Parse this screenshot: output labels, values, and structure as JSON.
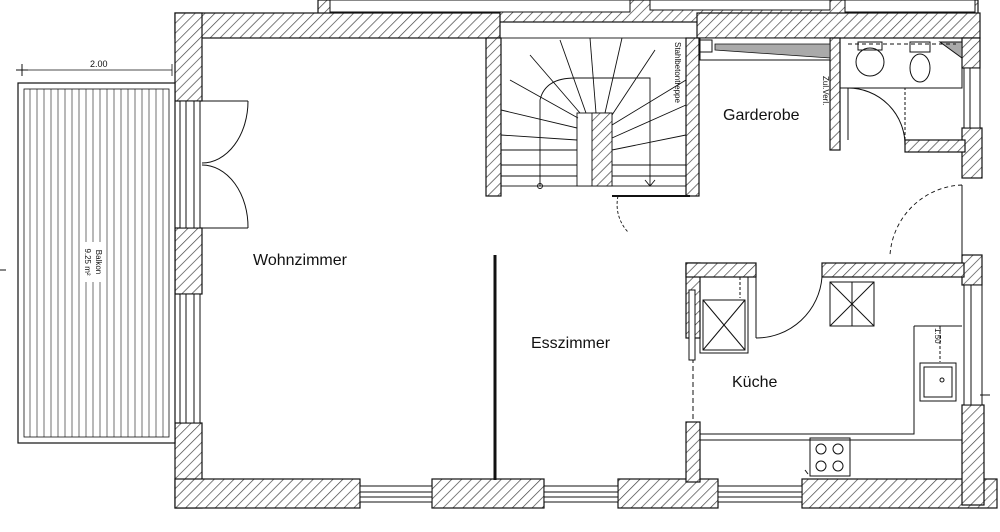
{
  "rooms": {
    "wohnzimmer": "Wohnzimmer",
    "esszimmer": "Esszimmer",
    "garderobe": "Garderobe",
    "kueche": "Küche"
  },
  "balkon": {
    "name": "Balkon",
    "area": "9.25 m²",
    "width_dim": "2.00"
  },
  "stair_label": "Stahlbetontreppe",
  "wc_label": "Zul.Verl.",
  "kitchen_dim": "1.50",
  "colors": {
    "line": "#111111",
    "hatch": "#444444",
    "background": "#ffffff"
  }
}
